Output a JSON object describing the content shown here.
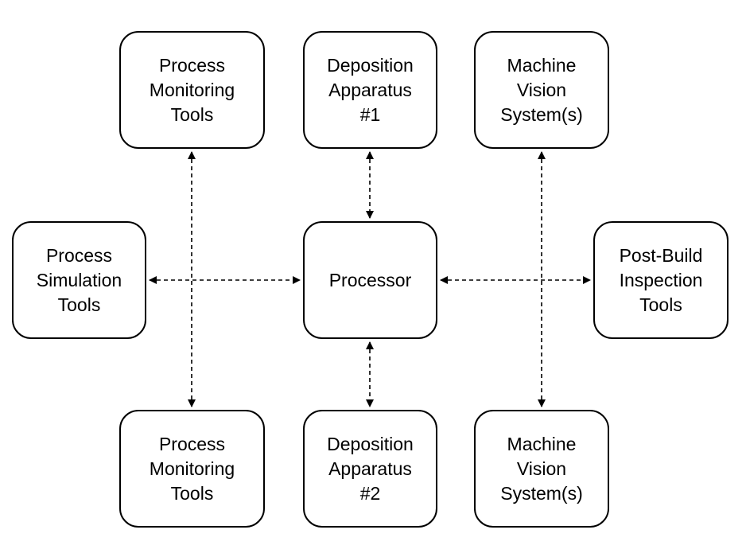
{
  "nodes": {
    "process_monitoring_top": "Process\nMonitoring\nTools",
    "deposition_apparatus_1": "Deposition\nApparatus\n#1",
    "machine_vision_top": "Machine\nVision\nSystem(s)",
    "process_simulation": "Process\nSimulation\nTools",
    "processor": "Processor",
    "post_build_inspection": "Post-Build\nInspection\nTools",
    "process_monitoring_bottom": "Process\nMonitoring\nTools",
    "deposition_apparatus_2": "Deposition\nApparatus\n#2",
    "machine_vision_bottom": "Machine\nVision\nSystem(s)"
  },
  "connectors": [
    {
      "name": "link-processor-deposition-1",
      "style": "dashed",
      "direction": "bidirectional"
    },
    {
      "name": "link-processor-deposition-2",
      "style": "dashed",
      "direction": "bidirectional"
    },
    {
      "name": "link-processor-simulation",
      "style": "dashed",
      "direction": "bidirectional"
    },
    {
      "name": "link-processor-inspection",
      "style": "dashed",
      "direction": "bidirectional"
    },
    {
      "name": "link-monitoring-top-bottom",
      "style": "dashed",
      "direction": "bidirectional"
    },
    {
      "name": "link-vision-top-bottom",
      "style": "dashed",
      "direction": "bidirectional"
    }
  ],
  "colors": {
    "stroke": "#000000",
    "background": "#ffffff"
  }
}
